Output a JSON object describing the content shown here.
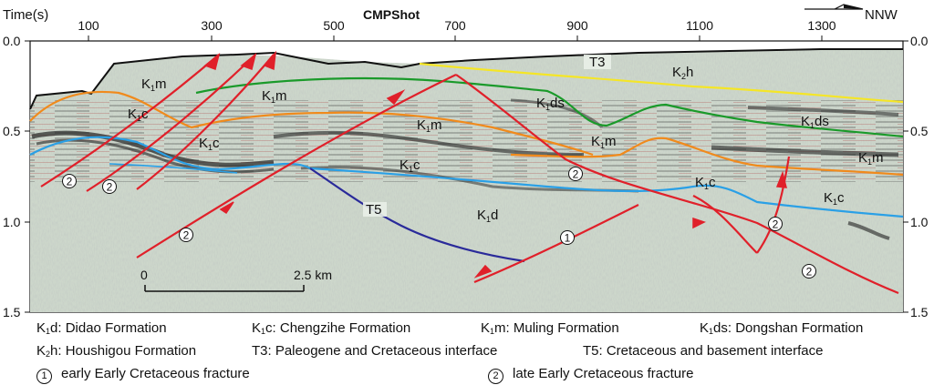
{
  "axes": {
    "y_title": "Time(s)",
    "x_title": "CMPShot",
    "x_ticks": [
      "100",
      "300",
      "500",
      "700",
      "900",
      "1100",
      "1300"
    ],
    "y_ticks_left": [
      "0.0",
      "0.5",
      "1.0",
      "1.5"
    ],
    "y_ticks_right": [
      "0.0",
      "0.5",
      "1.0",
      "1.5"
    ],
    "direction": "NNW"
  },
  "scale_bar": {
    "start": "0",
    "end": "2.5 km"
  },
  "horizons": {
    "t3": "T3",
    "t5": "T5"
  },
  "formation_labels": {
    "k1m_a": {
      "pre": "K",
      "sub": "1",
      "post": "m"
    },
    "k1c_a": {
      "pre": "K",
      "sub": "1",
      "post": "c"
    },
    "k1m_b": {
      "pre": "K",
      "sub": "1",
      "post": "m"
    },
    "k1c_b": {
      "pre": "K",
      "sub": "1",
      "post": "c"
    },
    "k1m_c": {
      "pre": "K",
      "sub": "1",
      "post": "m"
    },
    "k1c_c": {
      "pre": "K",
      "sub": "1",
      "post": "c"
    },
    "k1d": {
      "pre": "K",
      "sub": "1",
      "post": "d"
    },
    "k1ds_a": {
      "pre": "K",
      "sub": "1",
      "post": "ds"
    },
    "k2h": {
      "pre": "K",
      "sub": "2",
      "post": "h"
    },
    "k1m_d": {
      "pre": "K",
      "sub": "1",
      "post": "m"
    },
    "k1ds_b": {
      "pre": "K",
      "sub": "1",
      "post": "ds"
    },
    "k1m_e": {
      "pre": "K",
      "sub": "1",
      "post": "m"
    },
    "k1c_d": {
      "pre": "K",
      "sub": "1",
      "post": "c"
    },
    "k1c_e": {
      "pre": "K",
      "sub": "1",
      "post": "c"
    }
  },
  "fault_markers": {
    "one": "1",
    "two": "2"
  },
  "legend": {
    "k1d": {
      "pre": "K",
      "sub": "1",
      "post": "d: Didao Formation"
    },
    "k1c": {
      "pre": "K",
      "sub": "1",
      "post": "c: Chengzihe Formation"
    },
    "k1m": {
      "pre": "K",
      "sub": "1",
      "post": "m: Muling Formation"
    },
    "k1ds": {
      "pre": "K",
      "sub": "1",
      "post": "ds: Dongshan Formation"
    },
    "k2h": {
      "pre": "K",
      "sub": "2",
      "post": "h: Houshigou Formation"
    },
    "t3": "T3: Paleogene and Cretaceous interface",
    "t5": "T5: Cretaceous and basement interface",
    "fault1_num": "1",
    "fault1": "early Early Cretaceous  fracture",
    "fault2_num": "2",
    "fault2": "late Early Cretaceous  fracture"
  },
  "colors": {
    "k1m_top": "#1a9a2a",
    "k1c_top": "#f08a1c",
    "k1d_top": "#2aa0e6",
    "t3": "#f5e626",
    "t5": "#2a2a9a",
    "fault": "#e0202a",
    "surface": "#111111",
    "seismic_bg": "#c9d3c8"
  }
}
